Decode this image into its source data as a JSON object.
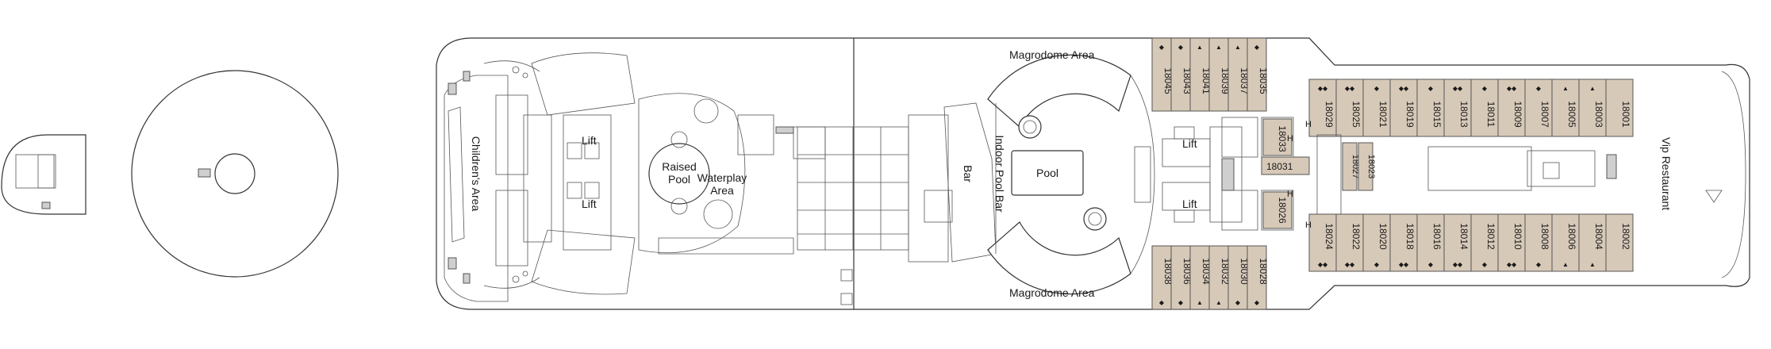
{
  "colors": {
    "cabin_fill": "#d7c9b8",
    "outline": "#333333",
    "background": "#ffffff"
  },
  "labels": {
    "magrodome_top": "Magrodome Area",
    "magrodome_bottom": "Magrodome Area",
    "childrens_area": "Children's Area",
    "lift_fwd_top": "Lift",
    "lift_fwd_bottom": "Lift",
    "lift_aft_top": "Lift",
    "lift_aft_bottom": "Lift",
    "raised_pool_1": "Raised",
    "raised_pool_2": "Pool",
    "waterplay_1": "Waterplay",
    "waterplay_2": "Area",
    "bar": "Bar",
    "indoor_pool_bar": "Indoor Pool Bar",
    "pool": "Pool",
    "vip_restaurant": "Vip Restaurant"
  },
  "cabins_top_a": [
    {
      "num": "18045",
      "sym": "◆"
    },
    {
      "num": "18043",
      "sym": "◆"
    },
    {
      "num": "18041",
      "sym": "▲"
    },
    {
      "num": "18039",
      "sym": "▲"
    },
    {
      "num": "18037",
      "sym": "▲"
    },
    {
      "num": "18035",
      "sym": "◆"
    }
  ],
  "cabins_top_b": [
    {
      "num": "18029",
      "sym": "◆◆"
    },
    {
      "num": "18025",
      "sym": "◆◆"
    },
    {
      "num": "18021",
      "sym": "◆"
    },
    {
      "num": "18019",
      "sym": "◆◆"
    },
    {
      "num": "18015",
      "sym": "◆"
    },
    {
      "num": "18013",
      "sym": "◆◆"
    },
    {
      "num": "18011",
      "sym": "◆"
    },
    {
      "num": "18009",
      "sym": "◆◆"
    },
    {
      "num": "18007",
      "sym": "◆"
    },
    {
      "num": "18005",
      "sym": "▲"
    },
    {
      "num": "18003",
      "sym": "▲"
    },
    {
      "num": "18001",
      "sym": ""
    }
  ],
  "cabins_bottom_a": [
    {
      "num": "18038",
      "sym": "◆"
    },
    {
      "num": "18036",
      "sym": "◆"
    },
    {
      "num": "18034",
      "sym": "▲"
    },
    {
      "num": "18032",
      "sym": "▲"
    },
    {
      "num": "18030",
      "sym": "◆"
    },
    {
      "num": "18028",
      "sym": "◆"
    }
  ],
  "cabins_bottom_b": [
    {
      "num": "18024",
      "sym": "◆◆"
    },
    {
      "num": "18022",
      "sym": "◆◆"
    },
    {
      "num": "18020",
      "sym": "◆"
    },
    {
      "num": "18018",
      "sym": "◆◆"
    },
    {
      "num": "18016",
      "sym": "◆"
    },
    {
      "num": "18014",
      "sym": "◆◆"
    },
    {
      "num": "18012",
      "sym": "◆"
    },
    {
      "num": "18010",
      "sym": "◆◆"
    },
    {
      "num": "18008",
      "sym": "◆"
    },
    {
      "num": "18006",
      "sym": "▲"
    },
    {
      "num": "18004",
      "sym": "▲"
    },
    {
      "num": "18002",
      "sym": ""
    }
  ],
  "inner_cabins": {
    "c18033": "18033",
    "c18031": "18031",
    "c18026": "18026",
    "c18027": "18027",
    "c18023": "18023",
    "h1": "H",
    "h2": "H",
    "h3": "H",
    "h4": "H"
  }
}
